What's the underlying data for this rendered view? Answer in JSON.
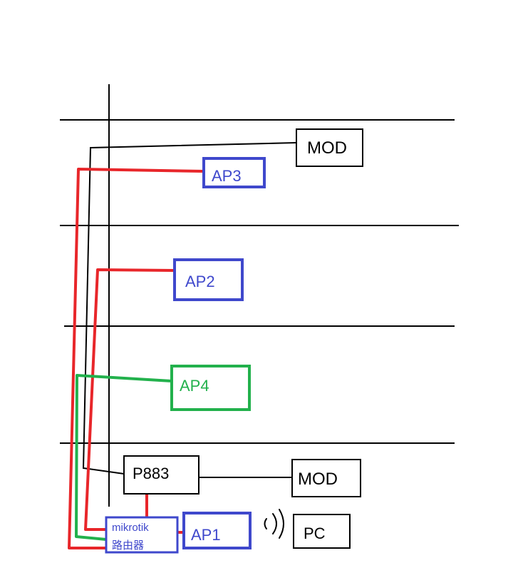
{
  "colors": {
    "black": "#000000",
    "red": "#e8262a",
    "green": "#22b14c",
    "blue": "#3f48cc"
  },
  "nodes": {
    "mod_top": "MOD",
    "ap3": "AP3",
    "ap2": "AP2",
    "ap4": "AP4",
    "p883": "P883",
    "mod_bottom": "MOD",
    "router_line1": "mikrotik",
    "router_line2": "路由器",
    "ap1": "AP1",
    "pc": "PC"
  },
  "wireless_icon": "wifi-signal-icon"
}
